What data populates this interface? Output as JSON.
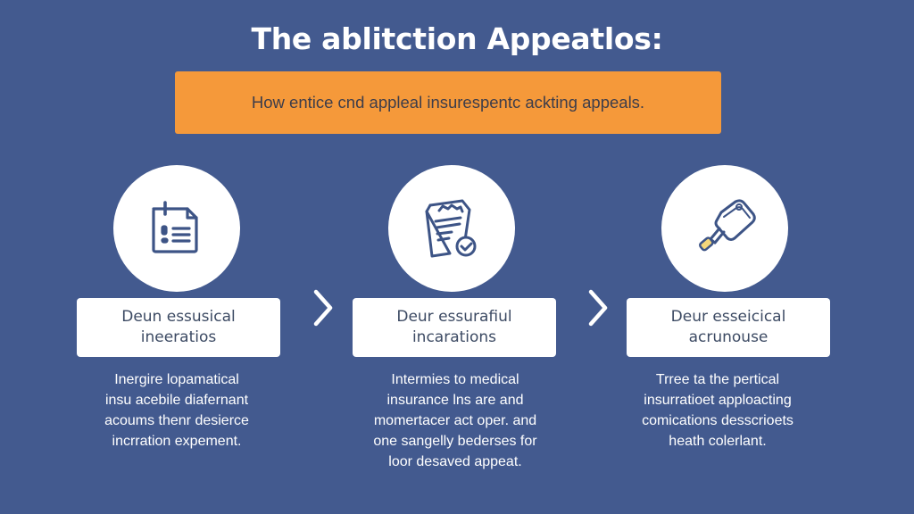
{
  "title": "The ablitction Appeatlos:",
  "banner": {
    "text": "How entice cnd appleal insurespentc ackting appeals.",
    "color": "#f5993a"
  },
  "colors": {
    "background": "#435a8f",
    "card": "#ffffff",
    "icon_stroke": "#3d5486",
    "key_accent": "#f4d77a"
  },
  "steps": [
    {
      "icon": "clipboard-list-icon",
      "label_lines": [
        "Deun essusical",
        "ineeratios"
      ],
      "description_lines": [
        "Inergire lopamatical",
        "insu acebile diafernant",
        "acoums thenr desierce",
        "incrration expement."
      ]
    },
    {
      "icon": "document-check-icon",
      "label_lines": [
        "Deur essurafiul",
        "incarations"
      ],
      "description_lines": [
        "Intermies to medical",
        "insurance lns are and",
        "momertacer act oper. and",
        "one sangelly bederses for",
        "loor desaved appeat."
      ]
    },
    {
      "icon": "key-icon",
      "label_lines": [
        "Deur esseicical",
        "acrunouse"
      ],
      "description_lines": [
        "Trree ta the pertical",
        "insurratioet apploacting",
        "comications desscrioets",
        "heath colerlant."
      ]
    }
  ],
  "connectors": [
    "chevron-right-icon",
    "chevron-right-icon"
  ]
}
